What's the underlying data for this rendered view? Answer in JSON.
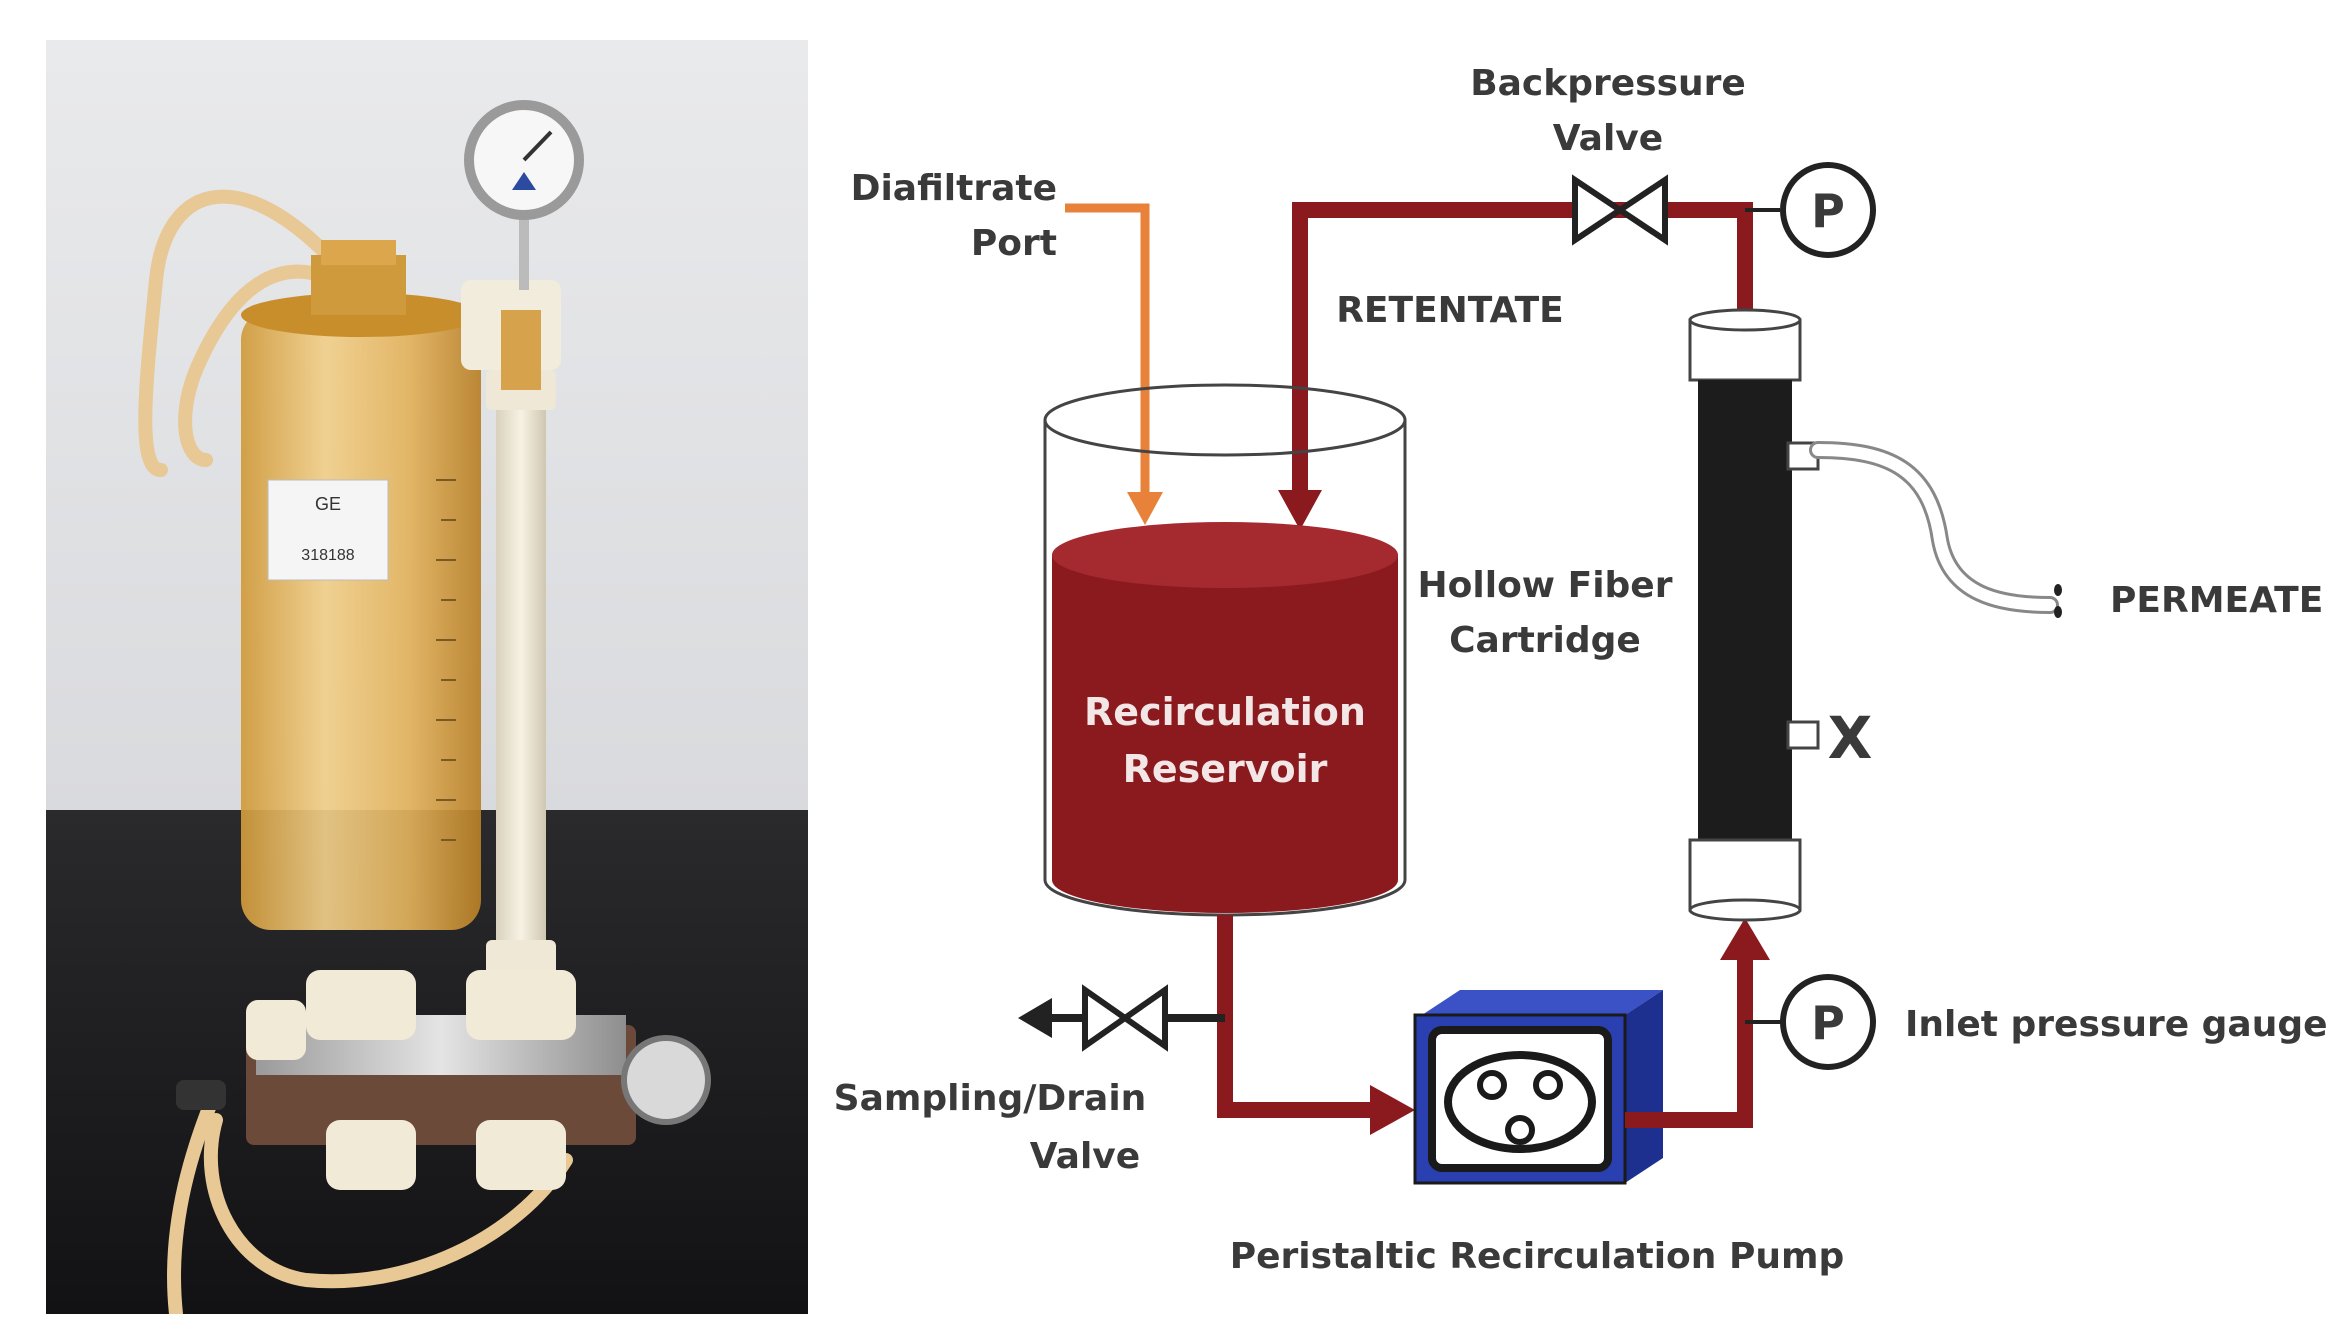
{
  "photo": {
    "label_brand": "GE",
    "label_id": "318188"
  },
  "diagram": {
    "backpressure_valve": [
      "Backpressure",
      "Valve"
    ],
    "diafiltrate_port": [
      "Diafiltrate",
      "Port"
    ],
    "retentate": "RETENTATE",
    "hollow_fiber_cartridge": [
      "Hollow  Fiber",
      "Cartridge"
    ],
    "permeate": "PERMEATE",
    "recirculation_reservoir": [
      "Recirculation",
      "Reservoir"
    ],
    "sampling_drain_valve": [
      "Sampling/Drain",
      "Valve"
    ],
    "inlet_pressure_gauge": "Inlet pressure gauge",
    "peristaltic_pump": "Peristaltic Recirculation Pump",
    "pressure_symbol": "P",
    "closed_port_symbol": "X"
  },
  "colors": {
    "retentate_line": "#8b1a1f",
    "reservoir_fill": "#8b1a1f",
    "diafiltrate_line": "#e8813a",
    "pump_body": "#2a3fb0",
    "cartridge": "#1c1c1c"
  }
}
